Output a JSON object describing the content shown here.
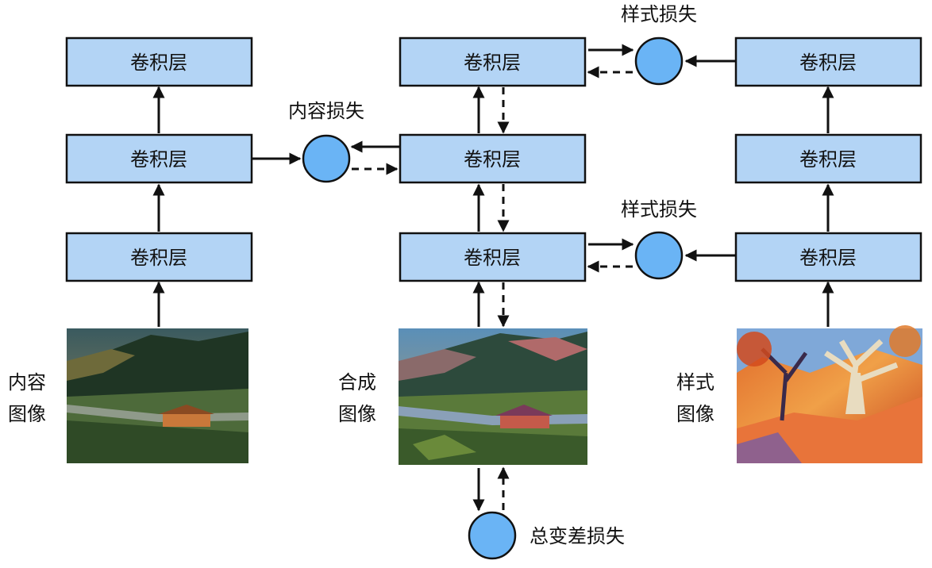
{
  "layer_label": "卷积层",
  "losses": {
    "content": "内容损失",
    "style": "样式损失",
    "total_variation": "总变差损失"
  },
  "images": {
    "content": {
      "line1": "内容",
      "line2": "图像"
    },
    "synthesized": {
      "line1": "合成",
      "line2": "图像"
    },
    "style": {
      "line1": "样式",
      "line2": "图像"
    }
  },
  "colors": {
    "layer_fill": "#b3d4f5",
    "loss_fill": "#6ab4f5",
    "stroke": "#111111"
  }
}
